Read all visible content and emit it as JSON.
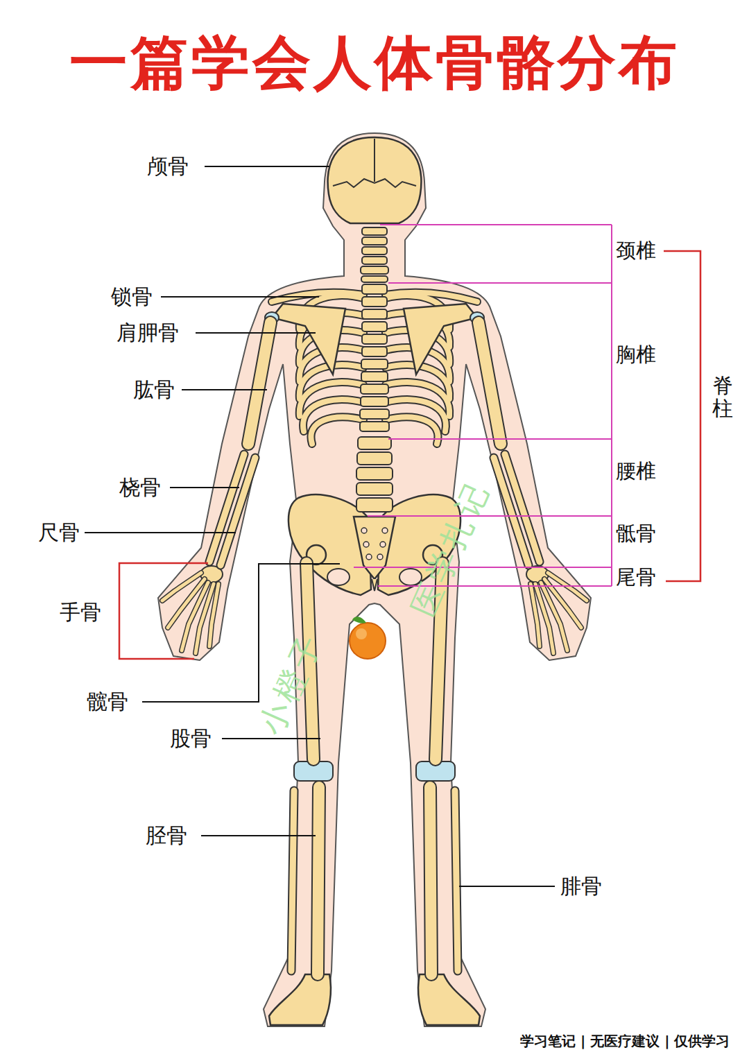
{
  "diagram": {
    "title": "一篇学会人体骨骼分布",
    "caption": "学习笔记 | 无医疗建议 | 仅供学习",
    "labels": [
      "颅骨",
      "锁骨",
      "肩胛骨",
      "肱骨",
      "桡骨",
      "尺骨",
      "手骨",
      "髋骨",
      "股骨",
      "胫骨",
      "腓骨",
      "颈椎",
      "胸椎",
      "腰椎",
      "骶骨",
      "尾骨",
      "脊柱",
      "小橙子",
      "医学扎记"
    ]
  }
}
